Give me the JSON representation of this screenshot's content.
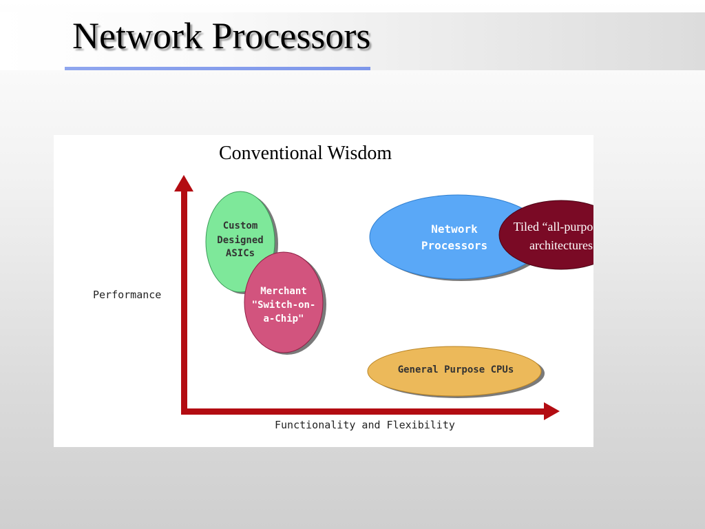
{
  "slide": {
    "title": "Network Processors"
  },
  "figure": {
    "title": "Conventional Wisdom",
    "y_axis_label": "Performance",
    "x_axis_label": "Functionality and Flexibility",
    "nodes": {
      "custom_asics": {
        "lines": [
          "Custom",
          "Designed",
          "ASICs"
        ],
        "color": "#7ee89a"
      },
      "merchant": {
        "lines": [
          "Merchant",
          "\"Switch-on-",
          "a-Chip\""
        ],
        "color": "#d2547e"
      },
      "network_processors": {
        "lines": [
          "Network",
          "Processors"
        ],
        "color": "#5aa8f7"
      },
      "general_cpus": {
        "lines": [
          "General Purpose CPUs"
        ],
        "color": "#ecb95a"
      }
    },
    "callout": {
      "lines": [
        "Tiled “all-purpose”",
        "architectures"
      ],
      "color": "#7a0a25"
    },
    "axis_color": "#b30c12"
  }
}
